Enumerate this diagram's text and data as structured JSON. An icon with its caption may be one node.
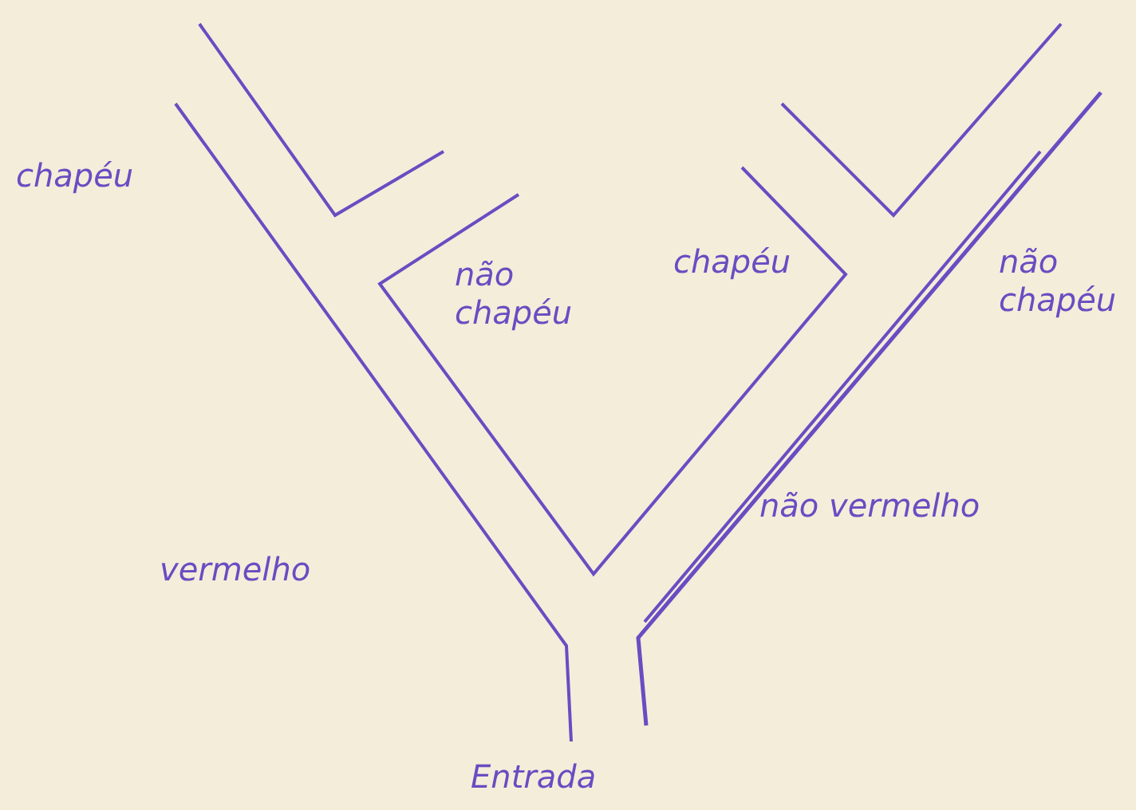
{
  "diagram": {
    "labels": [
      "chapéu",
      "não chapéu",
      "chapéu",
      "não chapéu",
      "não vermelho",
      "vermelho",
      "Entrada"
    ]
  }
}
